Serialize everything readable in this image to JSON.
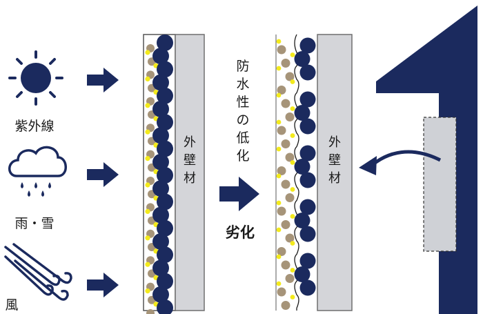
{
  "labels": {
    "uv": "紫外線",
    "rain_snow": "雨・雪",
    "wind": "風",
    "wall_left": "外壁材",
    "wall_right": "外壁材",
    "waterproof_drop": "防水性の低化",
    "degradation": "劣化"
  },
  "icons": {
    "uv": "sun-icon",
    "rain_snow": "rain-cloud-icon",
    "wind": "wind-icon",
    "house": "house-silhouette"
  },
  "colors": {
    "navy": "#1b2a5e",
    "beige": "#a69479",
    "yellow": "#f3ea1c",
    "wall": "#d4d5d9",
    "wall_edge": "#6f6f6f"
  }
}
